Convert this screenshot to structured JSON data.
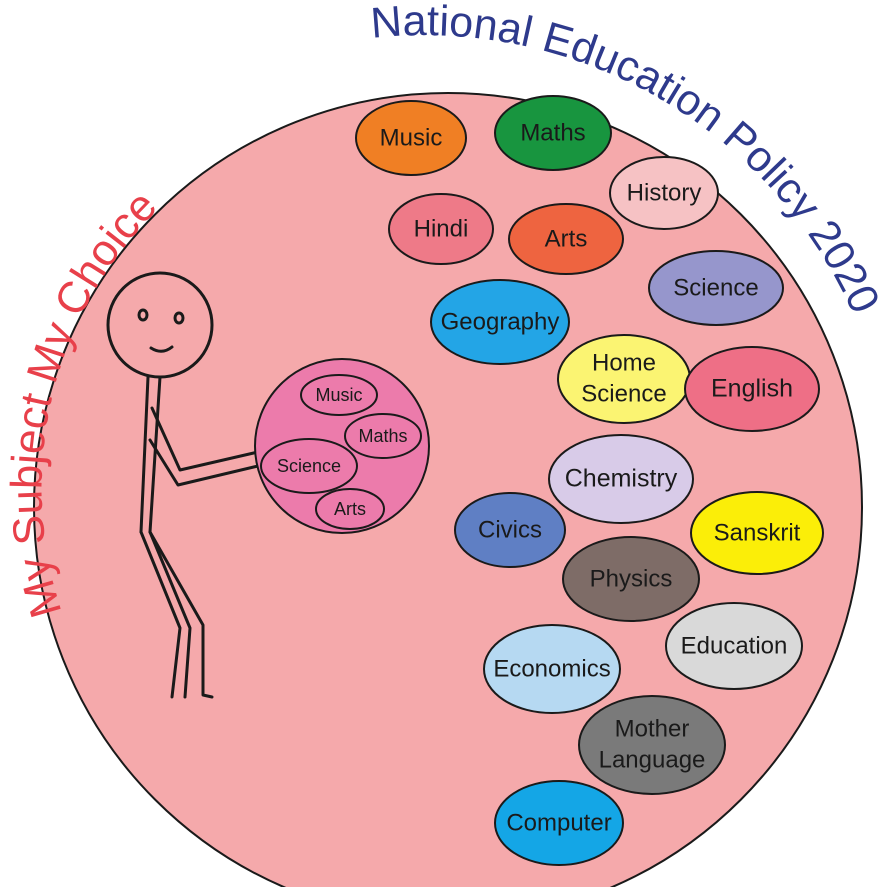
{
  "title_arc": "National Education Policy 2020",
  "side_arc": "My Subject My Choice",
  "colors": {
    "background_circle": "#f5a9ab",
    "title_arc": "#2e3a8c",
    "side_arc": "#e8404a",
    "held_ball": "#ec7bab"
  },
  "held_ball_subjects": [
    {
      "label": "Music"
    },
    {
      "label": "Maths"
    },
    {
      "label": "Science"
    },
    {
      "label": "Arts"
    }
  ],
  "subjects": [
    {
      "label": "Music",
      "color": "#f07f24"
    },
    {
      "label": "Maths",
      "color": "#18953f"
    },
    {
      "label": "History",
      "color": "#f6c2c4"
    },
    {
      "label": "Hindi",
      "color": "#ee7a88"
    },
    {
      "label": "Arts",
      "color": "#ee6440"
    },
    {
      "label": "Science",
      "color": "#9696cc"
    },
    {
      "label": "Geography",
      "color": "#23a5e6"
    },
    {
      "label": "Home",
      "label2": "Science",
      "color": "#fbf472"
    },
    {
      "label": "English",
      "color": "#ee6f86"
    },
    {
      "label": "Chemistry",
      "color": "#d8cbe8"
    },
    {
      "label": "Civics",
      "color": "#5f7fc4"
    },
    {
      "label": "Sanskrit",
      "color": "#fbee08"
    },
    {
      "label": "Physics",
      "color": "#7e6c67"
    },
    {
      "label": "Education",
      "color": "#d9d9d9"
    },
    {
      "label": "Economics",
      "color": "#b6d9f2"
    },
    {
      "label": "Mother",
      "label2": "Language",
      "color": "#7a7a7a"
    },
    {
      "label": "Computer",
      "color": "#14a6e6"
    }
  ]
}
